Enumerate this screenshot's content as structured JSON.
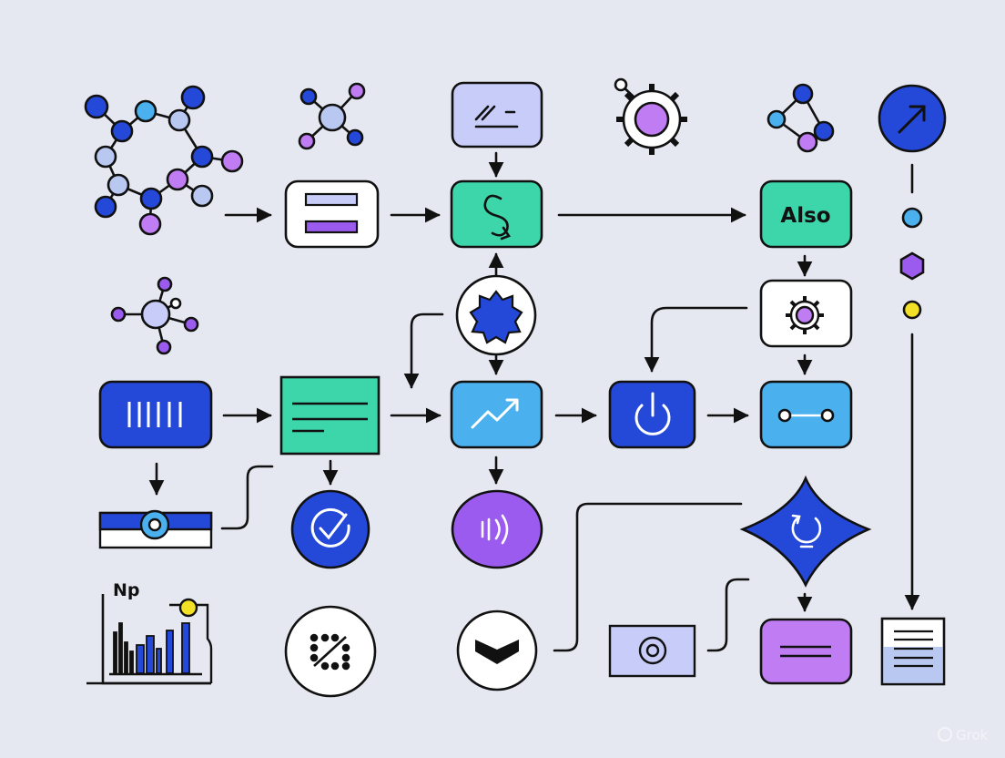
{
  "colors": {
    "background": "#e6e8f1",
    "stroke": "#111111",
    "blue": "#2448d8",
    "sky": "#4ab0ee",
    "mint": "#3dd6ab",
    "lavender": "#c7ccf8",
    "purple": "#9b5bee",
    "pale_blue": "#b9c8f0",
    "violet": "#c07cf3",
    "yellow": "#f3e126",
    "white": "#ffffff"
  },
  "labels": {
    "also": "Also",
    "np": "Np",
    "watermark": "Grok"
  },
  "icons": [
    "molecule-icon",
    "network-icon",
    "signature-icon",
    "gear-icon",
    "nodes-icon",
    "arrow-up-right-icon",
    "text-lines-icon",
    "s-curve-icon",
    "cog-icon",
    "barcode-icon",
    "document-icon",
    "trend-up-icon",
    "power-icon",
    "link-icon",
    "slider-icon",
    "check-circle-icon",
    "signal-icon",
    "refresh-icon",
    "bar-chart-icon",
    "dot-grid-icon",
    "chevron-down-icon",
    "camera-icon",
    "minus-lines-icon",
    "list-document-icon",
    "hexagon-icon"
  ]
}
